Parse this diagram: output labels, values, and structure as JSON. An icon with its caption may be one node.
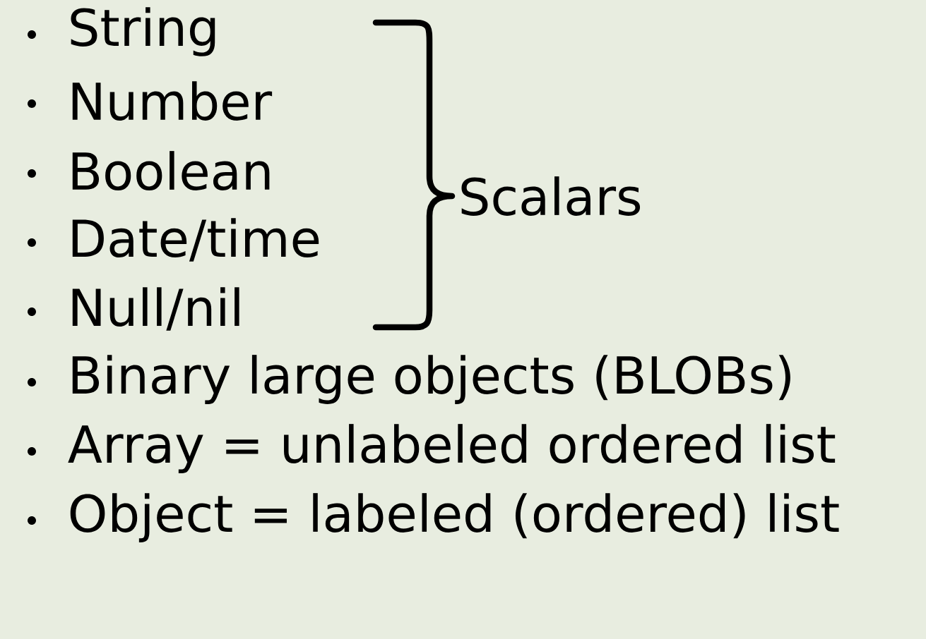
{
  "diagram": {
    "labels": [
      "String",
      "Number",
      "Boolean",
      "Scalars",
      "Date/time",
      "Null/nil",
      "Binary large objects (BLOBs)",
      "Array = unlabeled ordered list",
      "Object = labeled (ordered) list"
    ]
  }
}
